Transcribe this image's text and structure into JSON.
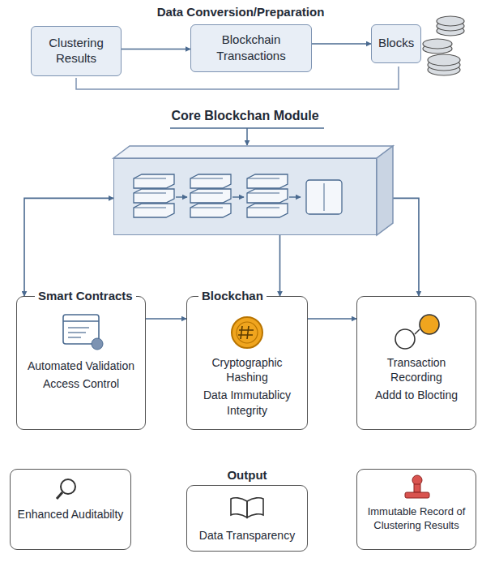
{
  "diagram": {
    "nodes": [
      {
        "text": [
          "Clustering Results"
        ]
      },
      {
        "text": [
          "Blockchain Transactions"
        ]
      },
      {
        "text": [
          "Blocks"
        ]
      },
      {
        "text": [
          "Core Blockchan Module"
        ]
      },
      {
        "text": [
          "Smart Contracts",
          "Automated Validation",
          "Access Control"
        ]
      },
      {
        "text": [
          "Blockchan",
          "Cryptographic Hashing",
          "Data Immutablicy Integrity"
        ]
      },
      {
        "text": [
          "Transaction Recording",
          "Addd to Blocting"
        ]
      },
      {
        "text": [
          "Enhanced Auditabilty"
        ]
      },
      {
        "text": [
          "Output",
          "Data Transparency"
        ]
      },
      {
        "text": [
          "Immutable Record of Clustering Results"
        ]
      }
    ],
    "edges": [
      {
        "from": 0,
        "to": 1,
        "arrow": "to"
      },
      {
        "from": 1,
        "to": 2,
        "arrow": "to"
      },
      {
        "from": 3,
        "to": 4,
        "arrow": "both"
      },
      {
        "from": 3,
        "to": 5,
        "arrow": "to"
      },
      {
        "from": 3,
        "to": 6,
        "arrow": "to"
      },
      {
        "from": 4,
        "to": 5,
        "arrow": "to"
      },
      {
        "from": 5,
        "to": 6,
        "arrow": "to"
      }
    ],
    "labels": [
      "Data Conversion/Preparation"
    ]
  }
}
